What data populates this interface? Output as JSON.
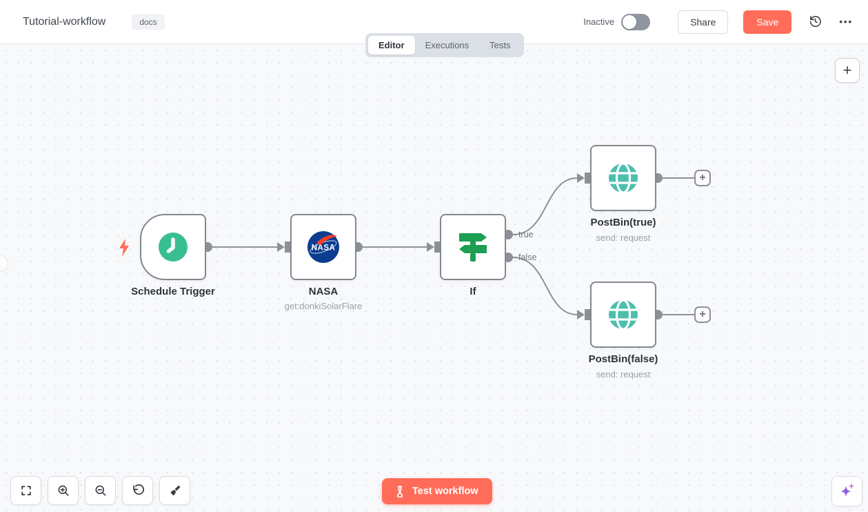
{
  "header": {
    "title": "Tutorial-workflow",
    "tag": "docs",
    "status": "Inactive",
    "share": "Share",
    "save": "Save"
  },
  "tabs": {
    "editor": "Editor",
    "executions": "Executions",
    "tests": "Tests",
    "active": "Editor"
  },
  "workflow": {
    "nodes": [
      {
        "name": "Schedule Trigger",
        "subtitle": "",
        "icon": "clock-icon",
        "type": "trigger"
      },
      {
        "name": "NASA",
        "subtitle": "get:donkiSolarFlare",
        "icon": "nasa-logo",
        "type": "action"
      },
      {
        "name": "If",
        "subtitle": "",
        "icon": "signpost-icon",
        "type": "action"
      },
      {
        "name": "PostBin(true)",
        "subtitle": "send: request",
        "icon": "globe-icon",
        "type": "action"
      },
      {
        "name": "PostBin(false)",
        "subtitle": "send: request",
        "icon": "globe-icon",
        "type": "action"
      }
    ],
    "branch_labels": {
      "true": "true",
      "false": "false"
    },
    "add_node_plus": "+"
  },
  "footer": {
    "test_workflow": "Test workflow"
  },
  "colors": {
    "accent": "#ff6d5a",
    "node_border": "#83888f",
    "connector": "#8d9197",
    "clock_teal": "#39bf8f",
    "globe_teal": "#4cbfae",
    "if_green": "#1d9e53",
    "nasa_blue": "#0b3d91",
    "nasa_red": "#fc3d21",
    "ai_purple": "#8f5bf0"
  }
}
